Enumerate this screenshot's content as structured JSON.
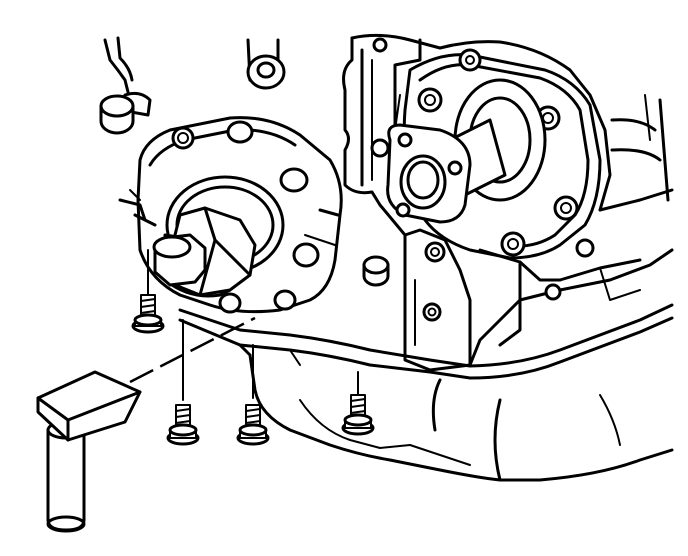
{
  "diagram": {
    "kind": "technical-line-drawing",
    "subject": "engine-front-lower-assembly",
    "colors": {
      "line": "#000000",
      "background": "#ffffff"
    },
    "fastener_count": 4,
    "tool": "alignment-block-tool"
  }
}
